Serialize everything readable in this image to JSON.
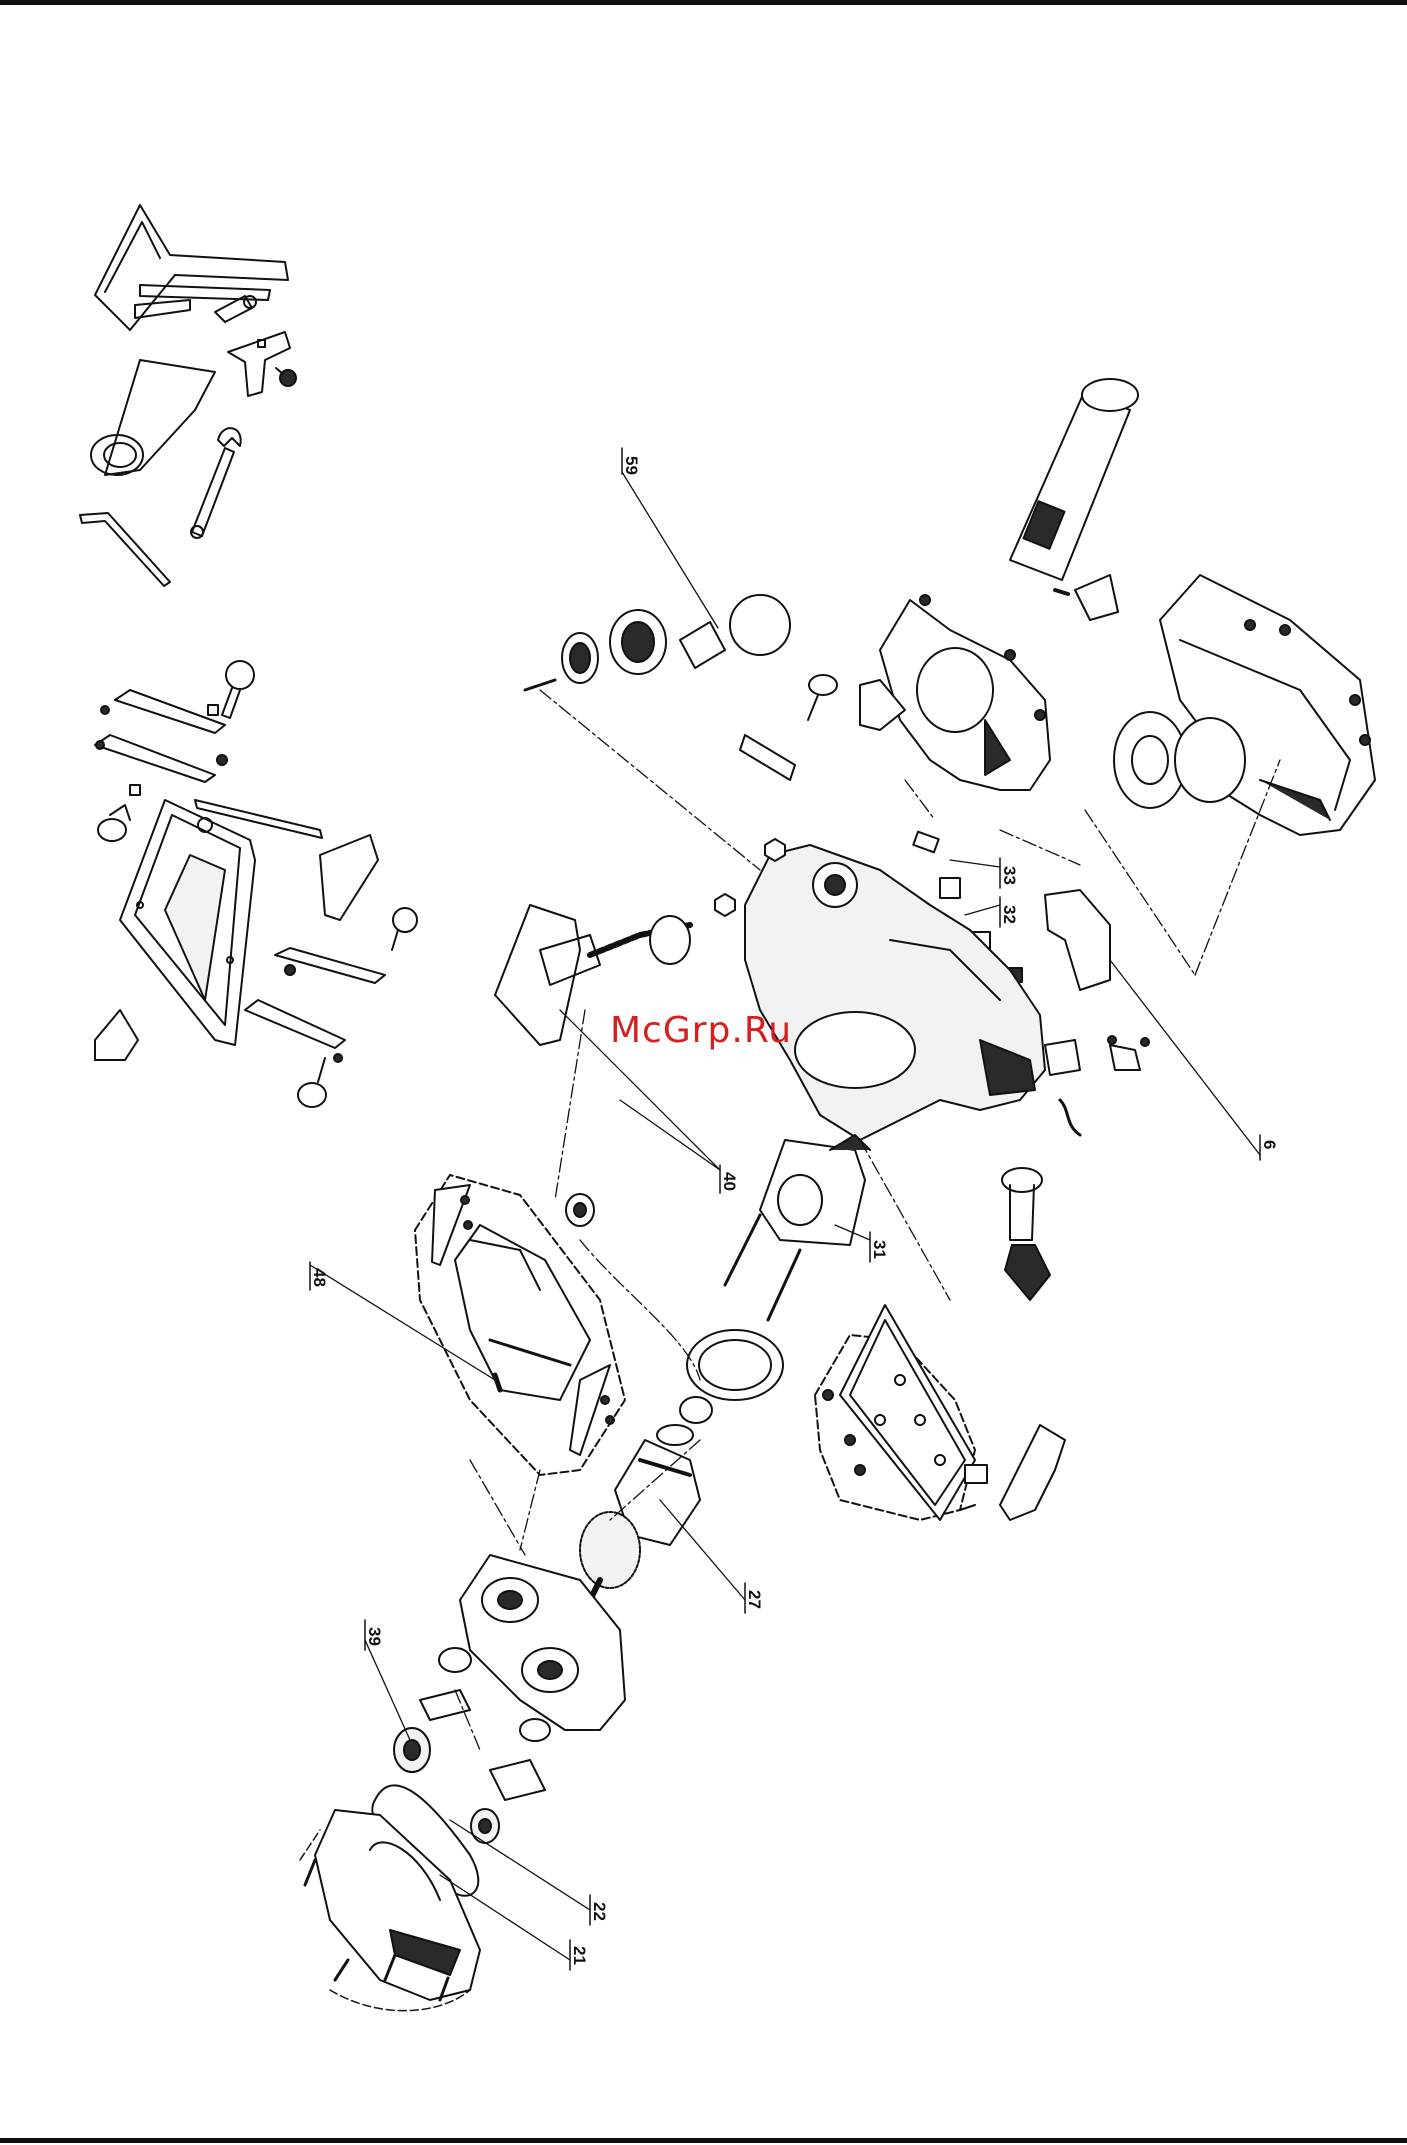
{
  "watermark": {
    "text": "McGrp.Ru",
    "color": "#d62020"
  },
  "callouts": [
    {
      "id": "59",
      "label": "59"
    },
    {
      "id": "33",
      "label": "33"
    },
    {
      "id": "32",
      "label": "32"
    },
    {
      "id": "6",
      "label": "6"
    },
    {
      "id": "40",
      "label": "40"
    },
    {
      "id": "31",
      "label": "31"
    },
    {
      "id": "48",
      "label": "48"
    },
    {
      "id": "27",
      "label": "27"
    },
    {
      "id": "39",
      "label": "39"
    },
    {
      "id": "22",
      "label": "22"
    },
    {
      "id": "21",
      "label": "21"
    }
  ],
  "colors": {
    "line": "#111111",
    "fill_light": "#f2f2f2",
    "fill_dark": "#2a2a2a"
  }
}
